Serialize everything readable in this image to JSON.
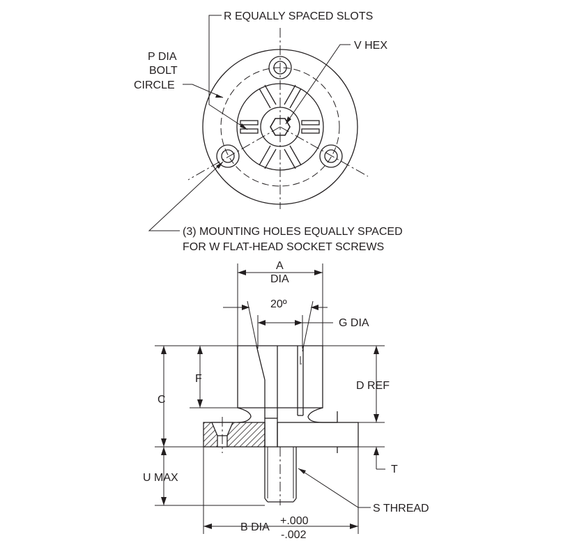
{
  "labels": {
    "slots": "R EQUALLY SPACED SLOTS",
    "hex": "V HEX",
    "pdia_line1": "P DIA",
    "pdia_line2": "BOLT",
    "pdia_line3": "CIRCLE",
    "holes_line1": "(3) MOUNTING HOLES EQUALLY SPACED",
    "holes_line2": "FOR W FLAT-HEAD SOCKET SCREWS",
    "a_line1": "A",
    "a_line2": "DIA",
    "angle": "20º",
    "gdia": "G DIA",
    "c": "C",
    "f": "F",
    "dref": "D REF",
    "t": "T",
    "umax": "U MAX",
    "sthread": "S THREAD",
    "bdia": "B DIA",
    "tol_plus": "+.000",
    "tol_minus": "-.002"
  },
  "colors": {
    "line": "#231f20",
    "background": "#ffffff"
  }
}
